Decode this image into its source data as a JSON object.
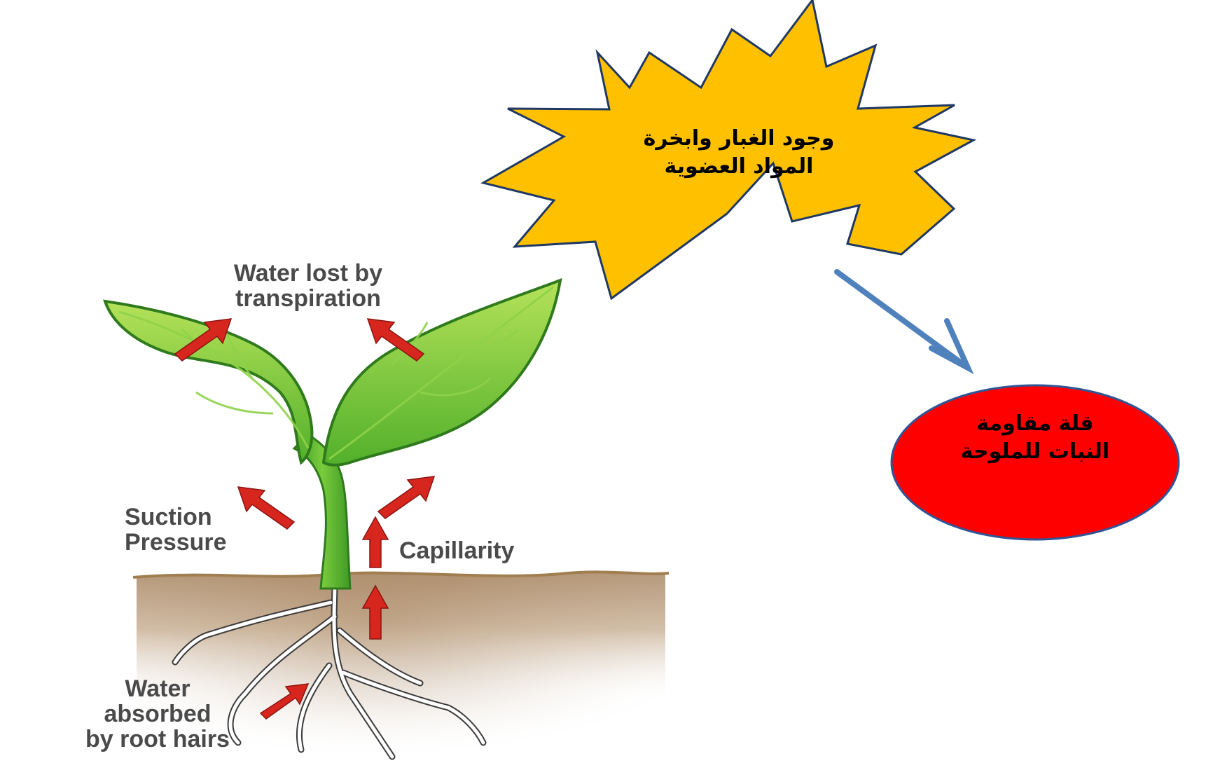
{
  "diagram": {
    "labels": {
      "transpiration_line1": "Water lost by",
      "transpiration_line2": "transpiration",
      "suction_line1": "Suction",
      "suction_line2": "Pressure",
      "capillarity": "Capillarity",
      "absorbed_line1": "Water",
      "absorbed_line2": "absorbed",
      "absorbed_line3": "by root hairs"
    },
    "starburst": {
      "line1": "وجود الغبار وابخرة",
      "line2": "المواد العضوية"
    },
    "ellipse": {
      "line1": "قلة مقاومة",
      "line2": "النبات للملوحة"
    }
  },
  "colors": {
    "starburst_fill": "#FFC000",
    "starburst_stroke": "#1F3864",
    "ellipse_fill": "#FF0000",
    "ellipse_stroke": "#2F5597",
    "connector_arrow": "#4F81BD",
    "leaf_green": "#7CCB3A",
    "stem_green": "#4FB02A",
    "flow_arrow": "#D7261E",
    "soil": "#B49A78"
  },
  "icons": [
    "starburst-shape",
    "ellipse-shape",
    "plant-illustration",
    "arrow-icon"
  ]
}
